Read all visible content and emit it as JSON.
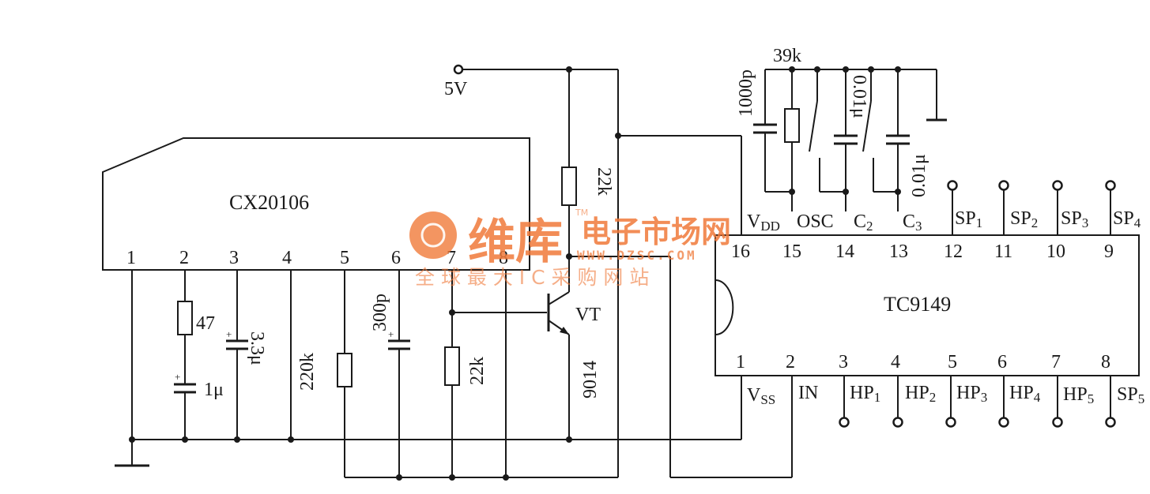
{
  "ic1": {
    "name": "CX20106",
    "pins": [
      "1",
      "2",
      "3",
      "4",
      "5",
      "6",
      "7",
      "8"
    ]
  },
  "ic2": {
    "name": "TC9149",
    "pins_top": [
      "16",
      "15",
      "14",
      "13",
      "12",
      "11",
      "10",
      "9"
    ],
    "pins_bottom": [
      "1",
      "2",
      "3",
      "4",
      "5",
      "6",
      "7",
      "8"
    ],
    "top_labels": [
      {
        "main": "V",
        "sub": "DD"
      },
      {
        "main": "OSC",
        "sub": ""
      },
      {
        "main": "C",
        "sub": "2"
      },
      {
        "main": "C",
        "sub": "3"
      },
      {
        "main": "SP",
        "sub": "1"
      },
      {
        "main": "SP",
        "sub": "2"
      },
      {
        "main": "SP",
        "sub": "3"
      },
      {
        "main": "SP",
        "sub": "4"
      }
    ],
    "bottom_labels": [
      {
        "main": "V",
        "sub": "SS"
      },
      {
        "main": "IN",
        "sub": ""
      },
      {
        "main": "HP",
        "sub": "1"
      },
      {
        "main": "HP",
        "sub": "2"
      },
      {
        "main": "HP",
        "sub": "3"
      },
      {
        "main": "HP",
        "sub": "4"
      },
      {
        "main": "HP",
        "sub": "5"
      },
      {
        "main": "SP",
        "sub": "5"
      }
    ]
  },
  "components": {
    "supply": "5V",
    "r_47": "47",
    "c_1u": "1μ",
    "c_3u3": "3.3μ",
    "r_220k": "220k",
    "c_300p": "300p",
    "r_22k_lower": "22k",
    "r_22k_upper": "22k",
    "transistor": "VT",
    "transistor_type": "9014",
    "c_1000p": "1000p",
    "r_39k": "39k",
    "c_c2": "0.01μ",
    "c_c3": "0.01μ"
  },
  "watermark": {
    "brand": "维库",
    "market": "电子市场网",
    "url": "WWW.DZSC.COM",
    "slogan": "全 球 最 大 I C 采 购 网 站",
    "tm": "TM"
  },
  "colors": {
    "ink": "#1a1a1a",
    "watermark": "#f07a3a"
  }
}
